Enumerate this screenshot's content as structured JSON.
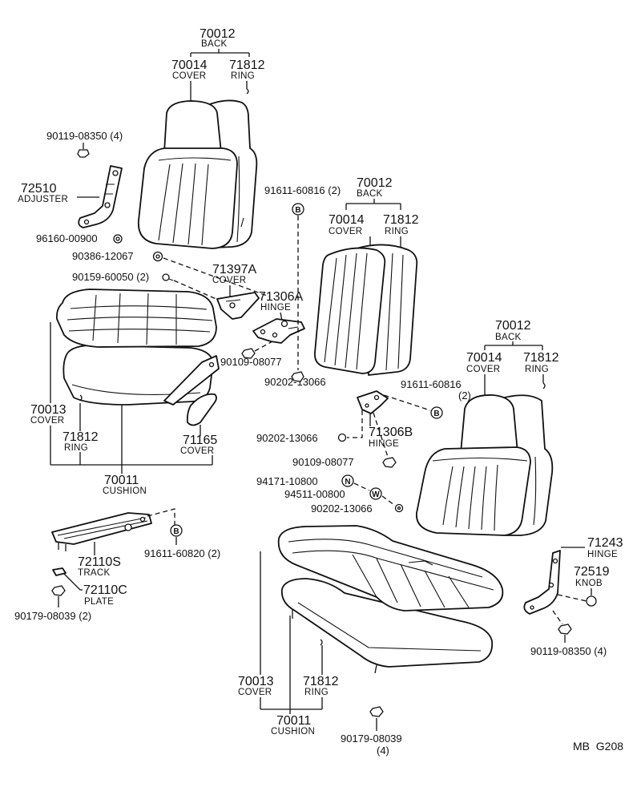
{
  "diagram": {
    "code": "MB  G208",
    "upper_left": {
      "back": {
        "number": "70012",
        "name": "BACK"
      },
      "cover": {
        "number": "70014",
        "name": "COVER"
      },
      "ring": {
        "number": "71812",
        "name": "RING"
      },
      "adjuster_bolt": {
        "number": "90119-08350 (4)"
      },
      "adjuster": {
        "number": "72510",
        "name": "ADJUSTER"
      },
      "part_96160": {
        "number": "96160-00900"
      },
      "part_90386": {
        "number": "90386-12067"
      },
      "part_90159": {
        "number": "90159-60050 (2)"
      },
      "hinge_cover": {
        "number": "71397A",
        "name": "COVER"
      },
      "hinge": {
        "number": "71306A",
        "name": "HINGE"
      },
      "cushion_cover": {
        "number": "70013",
        "name": "COVER"
      },
      "cushion_ring": {
        "number": "71812",
        "name": "RING"
      },
      "cushion": {
        "number": "70011",
        "name": "CUSHION"
      },
      "side_cover": {
        "number": "71165",
        "name": "COVER"
      }
    },
    "center": {
      "pin": {
        "number": "91611-60816 (2)",
        "mark": "B"
      },
      "back": {
        "number": "70012",
        "name": "BACK"
      },
      "cover": {
        "number": "70014",
        "name": "COVER"
      },
      "ring": {
        "number": "71812",
        "name": "RING"
      },
      "bolt": {
        "number": "90109-08077"
      },
      "washer": {
        "number": "90202-13066"
      }
    },
    "lower_right": {
      "back": {
        "number": "70012",
        "name": "BACK"
      },
      "cover": {
        "number": "70014",
        "name": "COVER"
      },
      "ring": {
        "number": "71812",
        "name": "RING"
      },
      "pin": {
        "number": "91611-60816",
        "qty": "(2)",
        "mark": "B"
      },
      "hinge": {
        "number": "71306B",
        "name": "HINGE"
      },
      "washer_a": {
        "number": "90202-13066"
      },
      "bolt": {
        "number": "90109-08077"
      },
      "part_94171": {
        "number": "94171-10800",
        "mark": "N"
      },
      "part_94511": {
        "number": "94511-00800",
        "mark": "W"
      },
      "washer_b": {
        "number": "90202-13066"
      },
      "side_hinge": {
        "number": "71243",
        "name": "HINGE"
      },
      "knob": {
        "number": "72519",
        "name": "KNOB"
      },
      "side_bolt": {
        "number": "90119-08350 (4)"
      },
      "cushion_cover": {
        "number": "70013",
        "name": "COVER"
      },
      "cushion_ring": {
        "number": "71812",
        "name": "RING"
      },
      "cushion": {
        "number": "70011",
        "name": "CUSHION"
      },
      "nut": {
        "number": "90179-08039",
        "qty": "(4)"
      }
    },
    "track": {
      "track": {
        "number": "72110S",
        "name": "TRACK"
      },
      "plate": {
        "number": "72110C",
        "name": "PLATE"
      },
      "nut": {
        "number": "90179-08039 (2)"
      },
      "pin": {
        "number": "91611-60820 (2)",
        "mark": "B"
      }
    }
  }
}
